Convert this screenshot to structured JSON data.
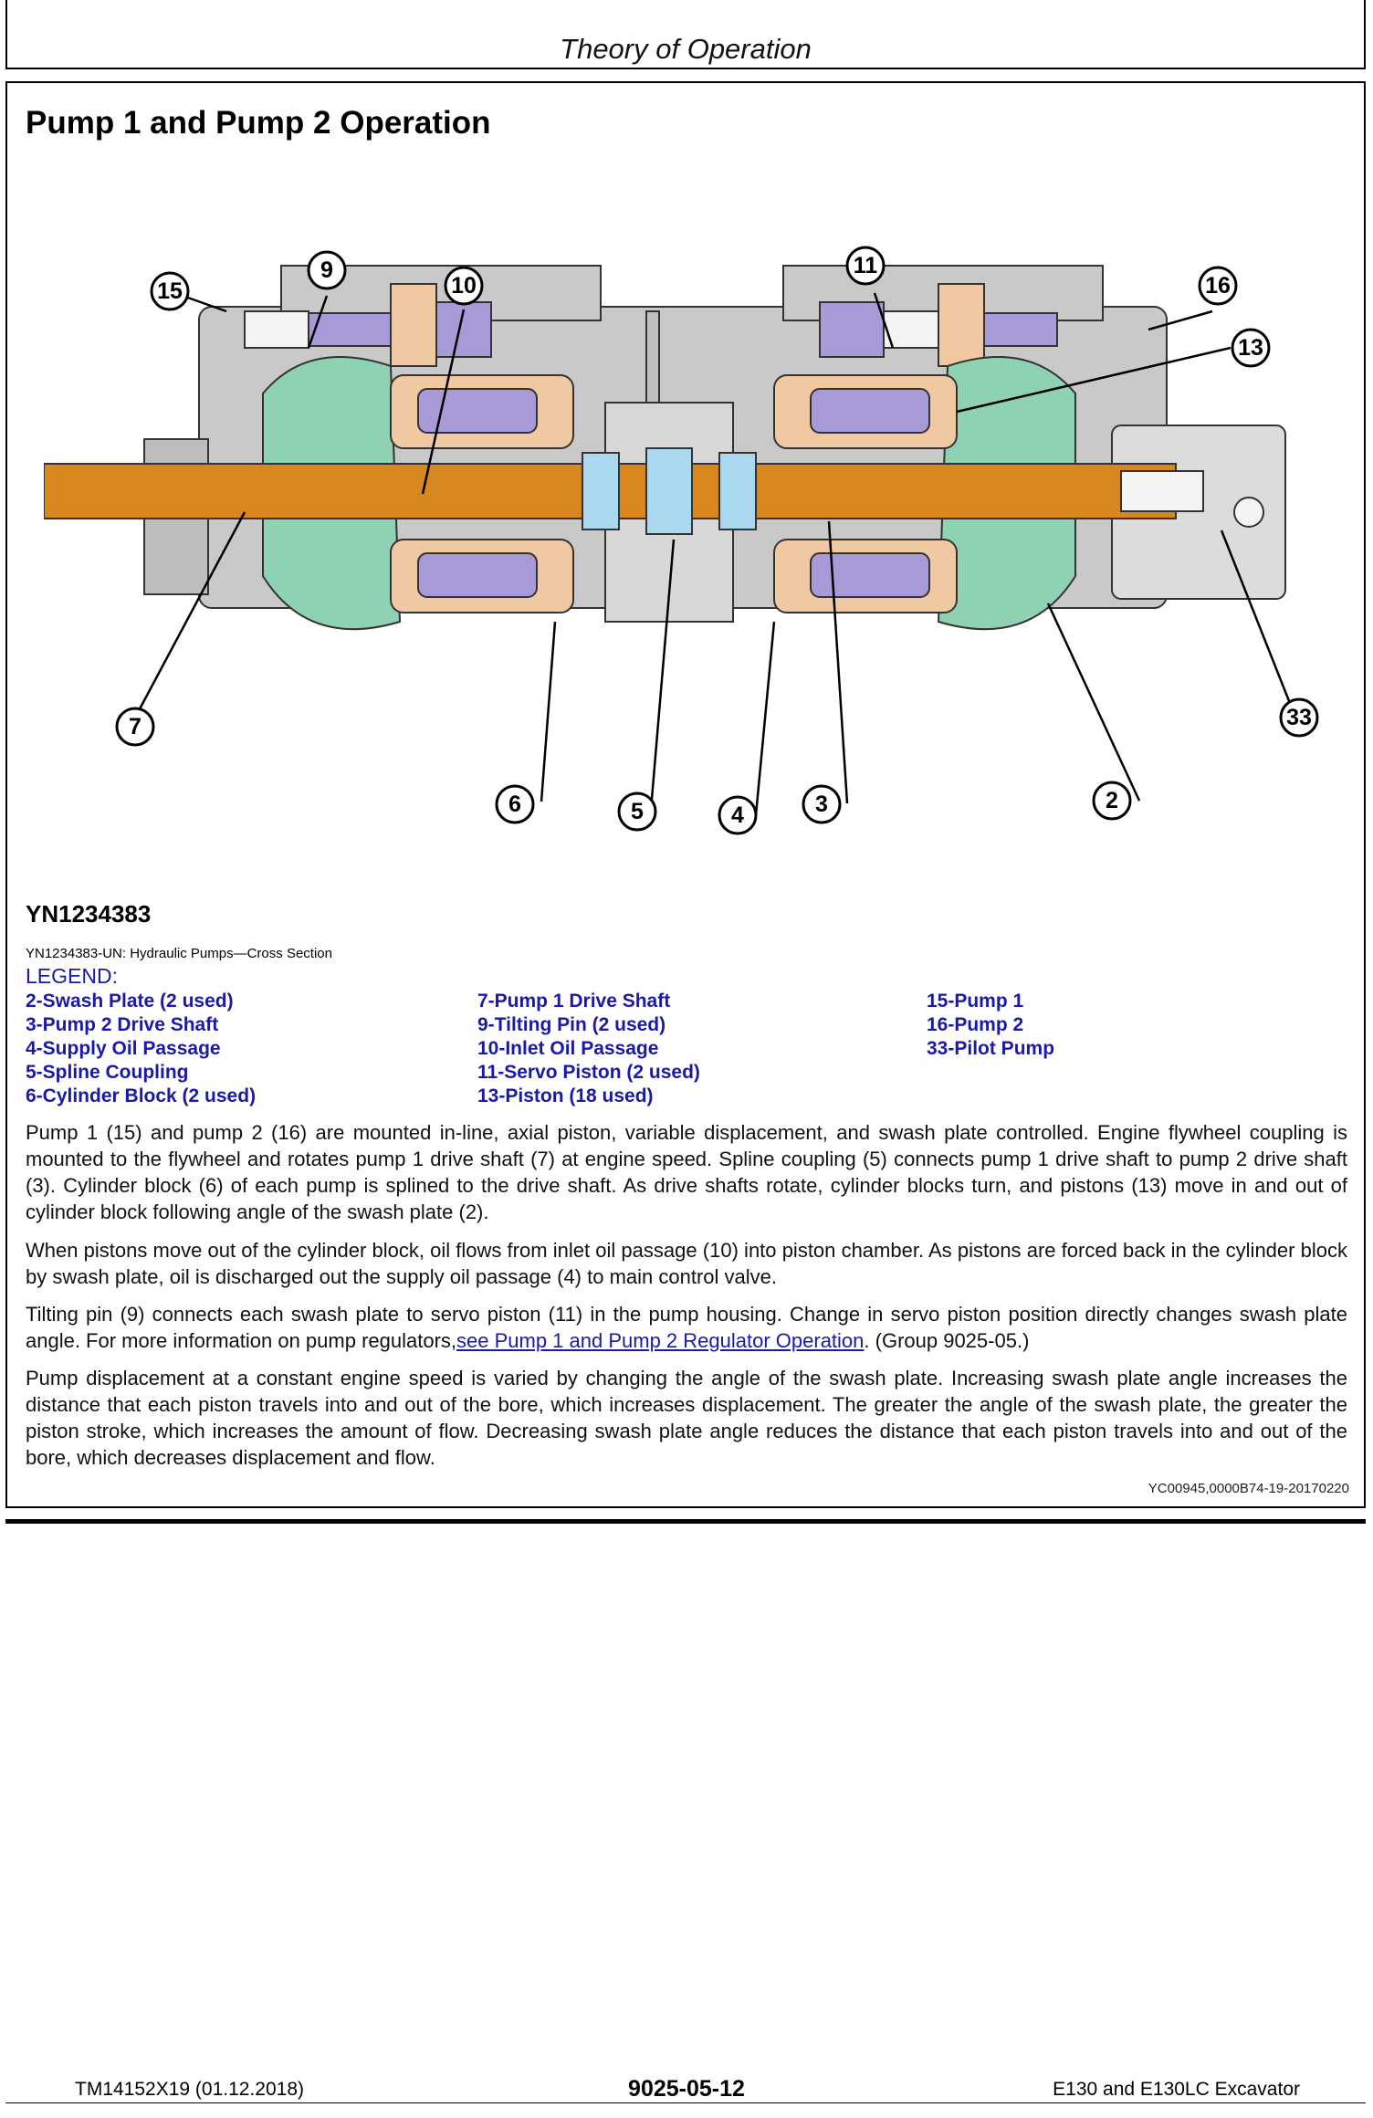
{
  "header": {
    "title": "Theory of Operation"
  },
  "section": {
    "title": "Pump 1 and Pump 2 Operation"
  },
  "figure": {
    "id": "YN1234383",
    "caption": "YN1234383-UN: Hydraulic Pumps—Cross Section",
    "callouts": [
      "15",
      "9",
      "10",
      "11",
      "16",
      "13",
      "7",
      "33",
      "6",
      "5",
      "4",
      "3",
      "2"
    ]
  },
  "legend": {
    "title": "LEGEND:",
    "col1": [
      "2-Swash Plate (2 used)",
      "3-Pump 2 Drive Shaft",
      "4-Supply Oil Passage",
      "5-Spline Coupling",
      "6-Cylinder Block (2 used)"
    ],
    "col2": [
      "7-Pump 1 Drive Shaft",
      "9-Tilting Pin (2 used)",
      "10-Inlet Oil Passage",
      "11-Servo Piston (2 used)",
      "13-Piston (18 used)"
    ],
    "col3": [
      "15-Pump 1",
      "16-Pump 2",
      "33-Pilot Pump"
    ]
  },
  "paragraphs": {
    "p1": "Pump 1 (15) and pump 2 (16) are mounted in-line, axial piston, variable displacement, and swash plate controlled. Engine flywheel coupling is mounted to the flywheel and rotates pump 1 drive shaft (7) at engine speed. Spline coupling (5) connects pump 1 drive shaft to pump 2 drive shaft (3). Cylinder block (6) of each pump is splined to the drive shaft. As drive shafts rotate, cylinder blocks turn, and pistons (13) move in and out of cylinder block following angle of the swash plate (2).",
    "p2": "When pistons move out of the cylinder block, oil flows from inlet oil passage (10) into piston chamber. As pistons are forced back in the cylinder block by swash plate, oil is discharged out the supply oil passage (4) to main control valve.",
    "p3a": "Tilting pin (9) connects each swash plate to servo piston (11) in the pump housing. Change in servo piston position directly changes swash plate angle. For more information on pump regulators,",
    "p3link": "see Pump 1 and Pump 2 Regulator Operation",
    "p3b": ". (Group 9025-05.)",
    "p4": "Pump displacement at a constant engine speed is varied by changing the angle of the swash plate. Increasing swash plate angle increases the distance that each piston travels into and out of the bore, which increases displacement. The greater the angle of the swash plate, the greater the piston stroke, which increases the amount of flow. Decreasing swash plate angle reduces the distance that each piston travels into and out of the bore, which decreases displacement and flow."
  },
  "doc_code": "YC00945,0000B74-19-20170220",
  "footer": {
    "left": "TM14152X19 (01.12.2018)",
    "center": "9025-05-12",
    "right": "E130 and E130LC Excavator"
  },
  "colors": {
    "housing": "#c9c9c9",
    "shaft": "#d8861f",
    "piston": "#a79ad6",
    "swash": "#8fd1b3",
    "block": "#f0c9a3",
    "coupling": "#a9d8ef",
    "legend_text": "#1a1aa6"
  }
}
